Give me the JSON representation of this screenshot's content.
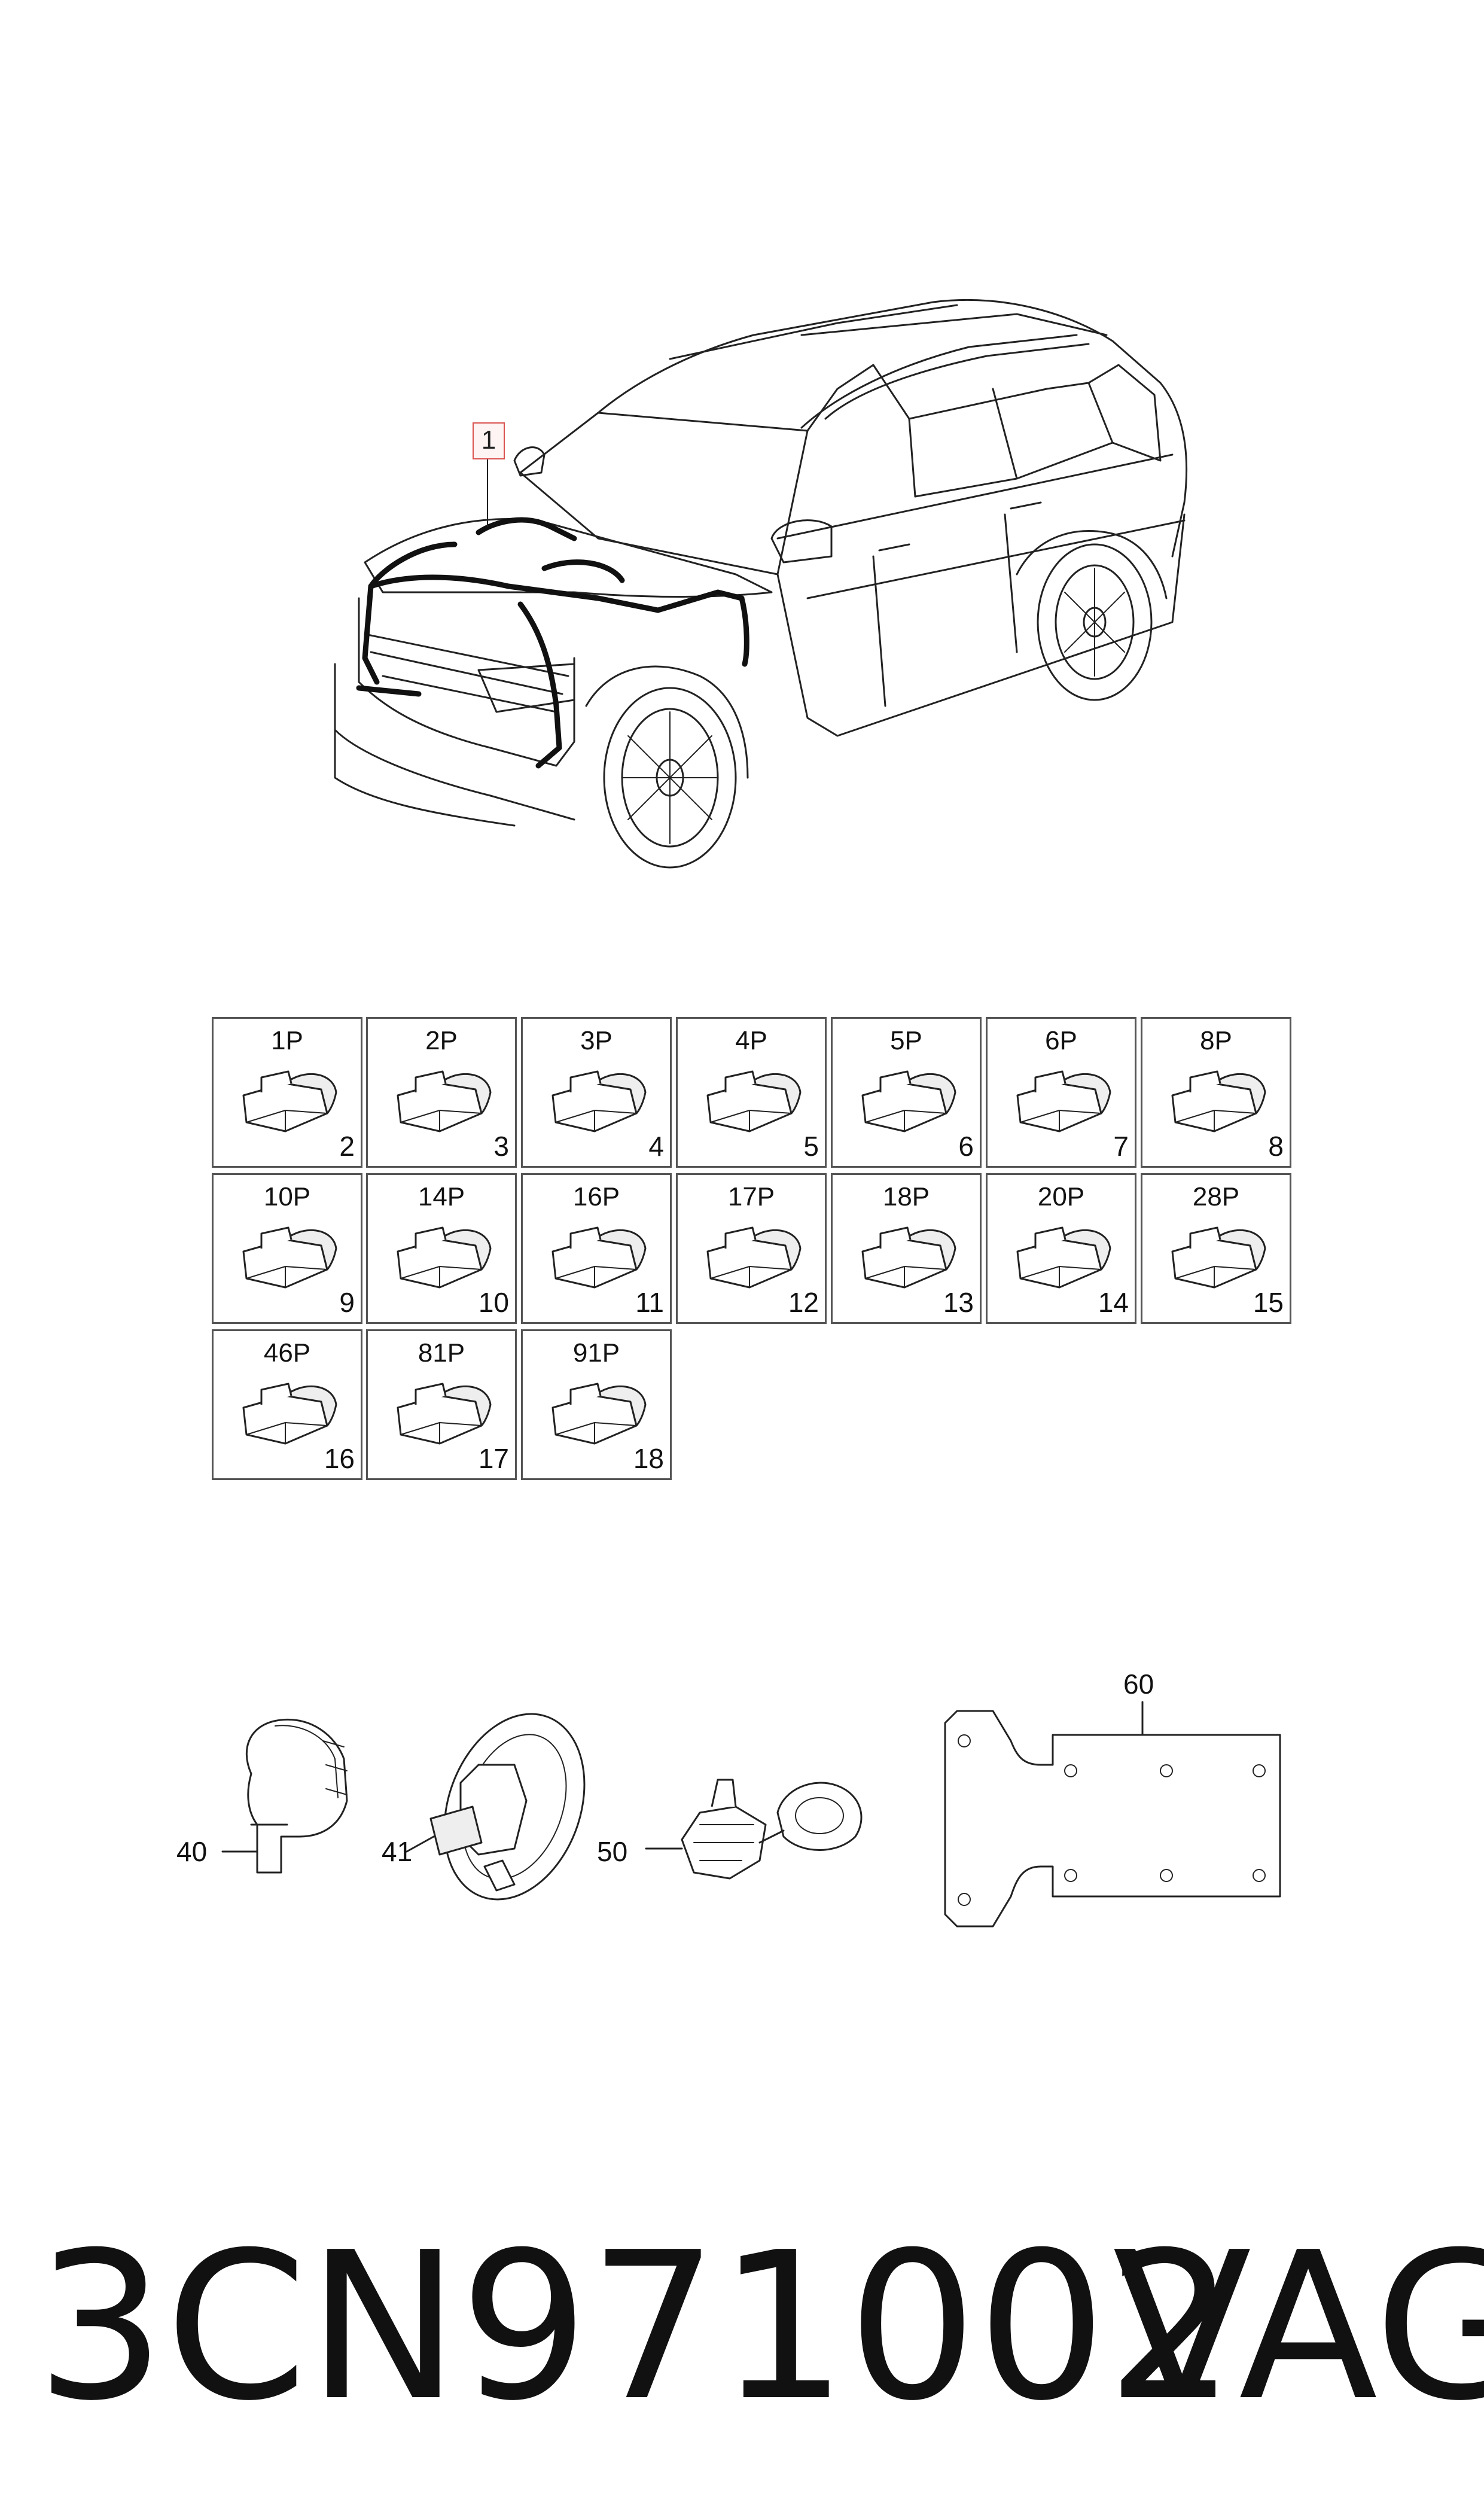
{
  "callout": {
    "label": "1"
  },
  "connector_grid": [
    {
      "code": "1P",
      "num": "2"
    },
    {
      "code": "2P",
      "num": "3"
    },
    {
      "code": "3P",
      "num": "4"
    },
    {
      "code": "4P",
      "num": "5"
    },
    {
      "code": "5P",
      "num": "6"
    },
    {
      "code": "6P",
      "num": "7"
    },
    {
      "code": "8P",
      "num": "8"
    },
    {
      "code": "10P",
      "num": "9"
    },
    {
      "code": "14P",
      "num": "10"
    },
    {
      "code": "16P",
      "num": "11"
    },
    {
      "code": "17P",
      "num": "12"
    },
    {
      "code": "18P",
      "num": "13"
    },
    {
      "code": "20P",
      "num": "14"
    },
    {
      "code": "28P",
      "num": "15"
    },
    {
      "code": "46P",
      "num": "16"
    },
    {
      "code": "81P",
      "num": "17"
    },
    {
      "code": "91P",
      "num": "18"
    }
  ],
  "parts": {
    "p40": "40",
    "p41": "41",
    "p50": "50",
    "p60": "60"
  },
  "footer": {
    "part_number": "3CN971002",
    "brand": "VAG"
  }
}
